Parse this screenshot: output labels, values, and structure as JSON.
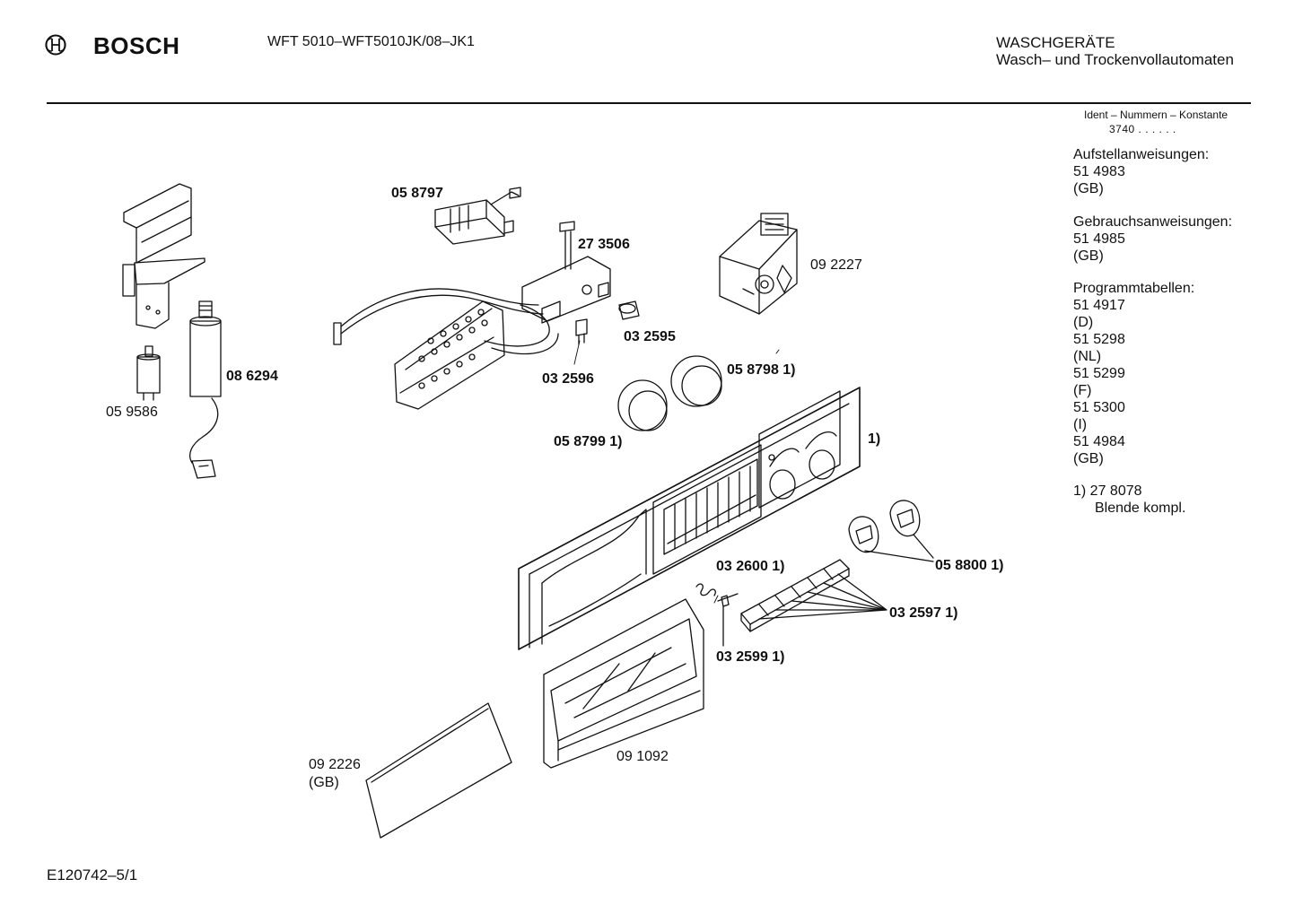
{
  "header": {
    "brand": "BOSCH",
    "model": "WFT 5010–WFT5010JK/08–JK1",
    "category_line1": "WASCHGERÄTE",
    "category_line2": "Wasch– und Trockenvollautomaten"
  },
  "ident": {
    "label": "Ident – Nummern – Konstante",
    "value": "3740 . . . . . ."
  },
  "sidebar": {
    "lines": [
      "Aufstellanweisungen:",
      "51 4983",
      "(GB)",
      "",
      "Gebrauchsanweisungen:",
      "51 4985",
      "(GB)",
      "",
      "Programmtabellen:",
      "51 4917",
      "(D)",
      "51 5298",
      "(NL)",
      "51 5299",
      "(F)",
      "51 5300",
      "(I)",
      "51 4984",
      "(GB)",
      "",
      "1)  27 8078"
    ],
    "note_indented": "Blende kompl."
  },
  "parts": [
    {
      "id": "p-058797",
      "label": "05 8797",
      "bold": true
    },
    {
      "id": "p-273506",
      "label": "27 3506",
      "bold": true
    },
    {
      "id": "p-092227",
      "label": "09 2227",
      "bold": false
    },
    {
      "id": "p-032595",
      "label": "03 2595",
      "bold": true
    },
    {
      "id": "p-032596",
      "label": "03 2596",
      "bold": true
    },
    {
      "id": "p-058798",
      "label": "05 8798 1)",
      "bold": true
    },
    {
      "id": "p-058799",
      "label": "05 8799 1)",
      "bold": true
    },
    {
      "id": "p-086294",
      "label": "08 6294",
      "bold": true
    },
    {
      "id": "p-059586",
      "label": "05 9586",
      "bold": false
    },
    {
      "id": "p-panel",
      "label": "1)",
      "bold": true
    },
    {
      "id": "p-032600",
      "label": "03 2600 1)",
      "bold": true
    },
    {
      "id": "p-058800",
      "label": "05 8800 1)",
      "bold": true
    },
    {
      "id": "p-032597",
      "label": "03 2597 1)",
      "bold": true
    },
    {
      "id": "p-032599",
      "label": "03 2599 1)",
      "bold": true
    },
    {
      "id": "p-091092",
      "label": "09 1092",
      "bold": false
    },
    {
      "id": "p-092226",
      "label": "09 2226",
      "bold": false
    },
    {
      "id": "p-092226-gb",
      "label": "(GB)",
      "bold": false
    }
  ],
  "footer": {
    "code": "E120742–5/1"
  }
}
